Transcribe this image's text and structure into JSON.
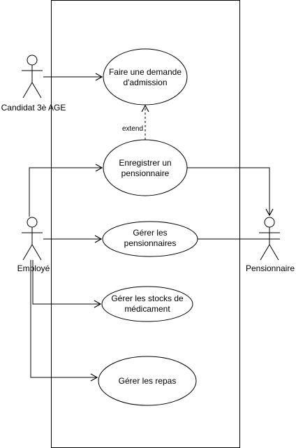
{
  "actors": {
    "candidat": "Candidat 3è AGE",
    "employe": "Employé",
    "pensionnaire": "Pensionnaire"
  },
  "use_cases": {
    "demande_line1": "Faire une demande",
    "demande_line2": "d'admission",
    "enregistrer_line1": "Enregistrer un",
    "enregistrer_line2": "pensionnaire",
    "gerer_pens_line1": "Gérer les",
    "gerer_pens_line2": "pensionnaires",
    "stocks_line1": "Gérer les stocks de",
    "stocks_line2": "médicament",
    "repas": "Gérer les repas"
  },
  "relations": {
    "extend_label": "extend"
  }
}
